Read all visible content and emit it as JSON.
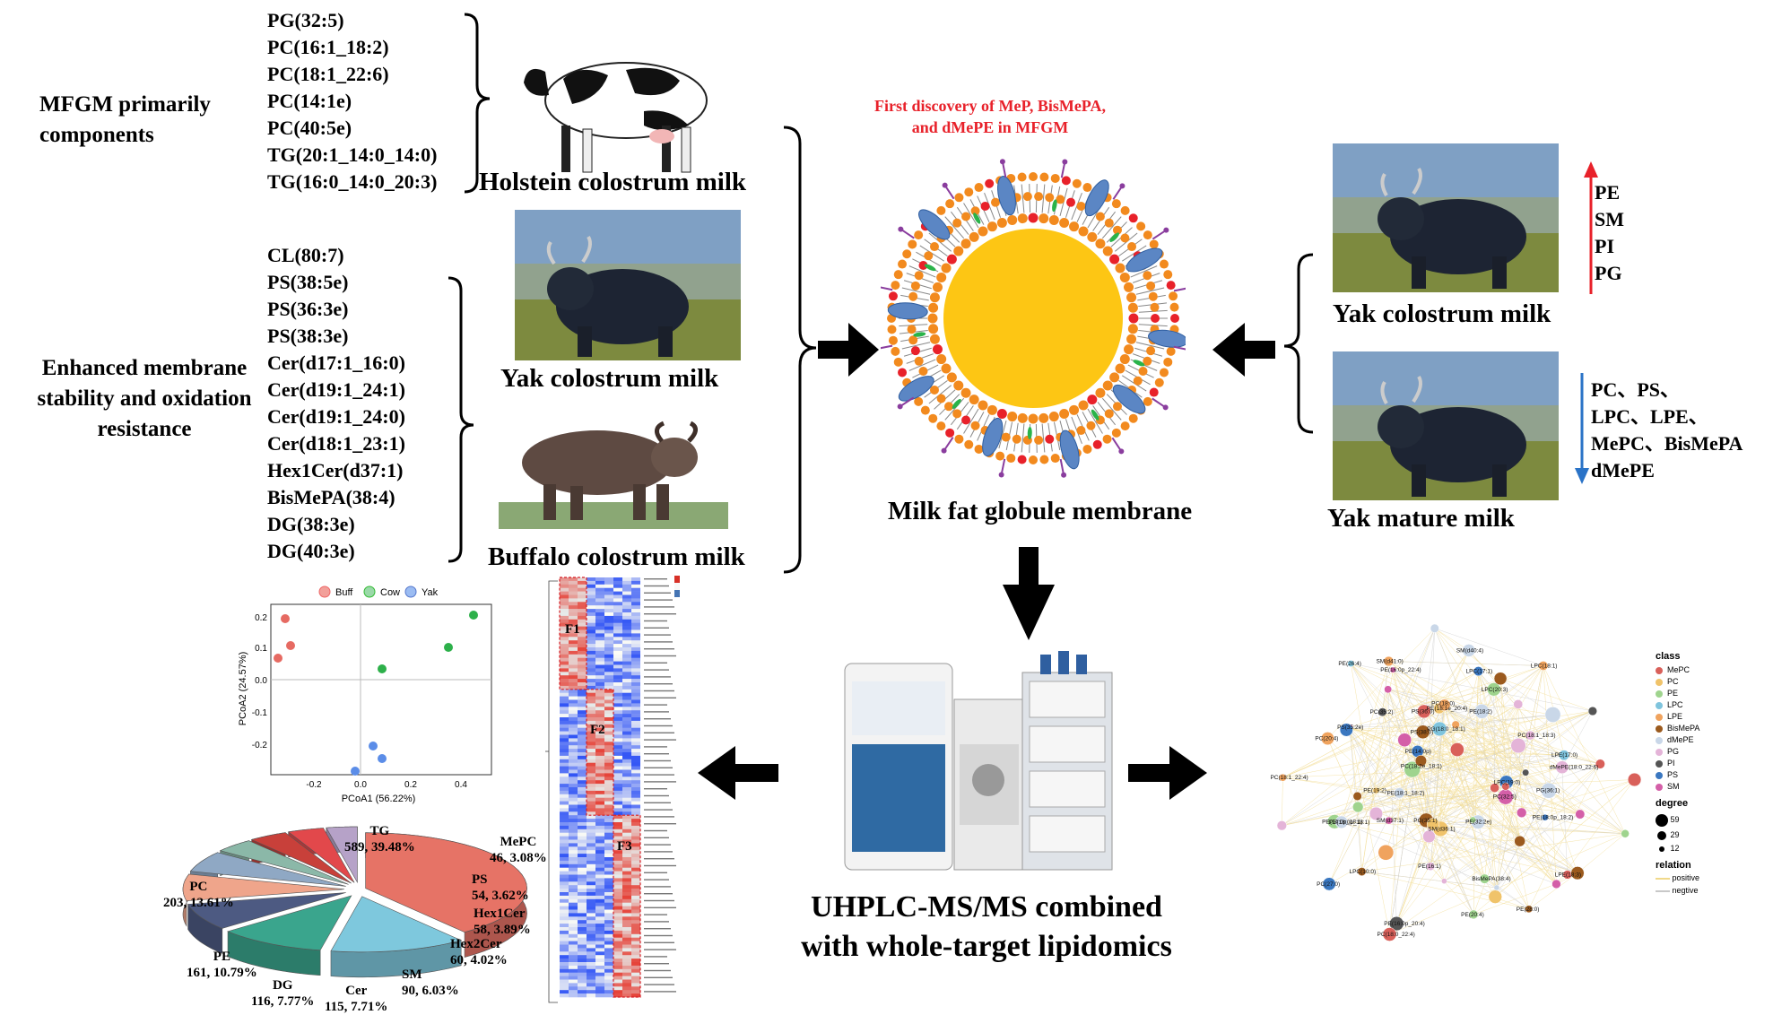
{
  "left_top": {
    "heading": [
      "MFGM primarily",
      "components"
    ],
    "lipids": [
      "PG(32:5)",
      "PC(16:1_18:2)",
      "PC(18:1_22:6)",
      "PC(14:1e)",
      "PC(40:5e)",
      "TG(20:1_14:0_14:0)",
      "TG(16:0_14:0_20:3)"
    ]
  },
  "left_mid": {
    "heading": [
      "Enhanced membrane",
      "stability and oxidation",
      "resistance"
    ],
    "lipids": [
      "CL(80:7)",
      "PS(38:5e)",
      "PS(36:3e)",
      "PS(38:3e)",
      "Cer(d17:1_16:0)",
      "Cer(d19:1_24:1)",
      "Cer(d19:1_24:0)",
      "Cer(d18:1_23:1)",
      "Hex1Cer(d37:1)",
      "BisMePA(38:4)",
      "DG(38:3e)",
      "DG(40:3e)"
    ]
  },
  "animals": {
    "holstein": "Holstein colostrum milk",
    "yak": "Yak colostrum milk",
    "buffalo": "Buffalo colostrum milk"
  },
  "center": {
    "discovery": [
      "First discovery of MeP, BisMePA,",
      "and dMePE in MFGM"
    ],
    "mfgm_label": "Milk fat globule membrane",
    "method": [
      "UHPLC-MS/MS combined",
      "with whole-target lipidomics"
    ]
  },
  "right": {
    "yak_colostrum": "Yak colostrum milk",
    "yak_mature": "Yak mature milk",
    "up_lipids": [
      "PE",
      "SM",
      "PI",
      "PG"
    ],
    "down_lipids": [
      "PC、PS、",
      "LPC、LPE、",
      "MePC、BisMePA",
      "dMePE"
    ]
  },
  "pcoa": {
    "legend": [
      "Buff",
      "Cow",
      "Yak"
    ],
    "xlabel": "PCoA1 (56.22%)",
    "ylabel": "PCoA2 (24.57%)",
    "xticks": [
      "-0.2",
      "0.0",
      "0.2",
      "0.4"
    ],
    "yticks": [
      "0.2",
      "0.1",
      "0.0",
      "-0.1",
      "-0.2"
    ]
  },
  "pie": {
    "slices": [
      {
        "label": "TG",
        "value": "589, 39.48%"
      },
      {
        "label": "PC",
        "value": "203, 13.61%"
      },
      {
        "label": "PE",
        "value": "161, 10.79%"
      },
      {
        "label": "DG",
        "value": "116, 7.77%"
      },
      {
        "label": "Cer",
        "value": "115, 7.71%"
      },
      {
        "label": "SM",
        "value": "90, 6.03%"
      },
      {
        "label": "Hex2Cer",
        "value": "60, 4.02%"
      },
      {
        "label": "Hex1Cer",
        "value": "58, 3.89%"
      },
      {
        "label": "PS",
        "value": "54, 3.62%"
      },
      {
        "label": "MePC",
        "value": "46, 3.08%"
      }
    ],
    "colors": [
      "#e67366",
      "#7ec8dd",
      "#3aa58d",
      "#4d5a82",
      "#efa58b",
      "#8fa8c4",
      "#8bb8a8",
      "#c8403a",
      "#e2484b",
      "#b6a2c8"
    ]
  },
  "heatmap": {
    "clusters": [
      "F1",
      "F2",
      "F3"
    ]
  },
  "network": {
    "legend_title_class": "class",
    "classes": [
      "MePC",
      "PC",
      "PE",
      "LPC",
      "LPE",
      "BisMePA",
      "dMePE",
      "PG",
      "PI",
      "PS",
      "SM"
    ],
    "class_colors": [
      "#d9605a",
      "#f0c36a",
      "#9fd48e",
      "#7fc4dd",
      "#f0a35e",
      "#9b5a1e",
      "#c9d7e8",
      "#e4b4d8",
      "#555555",
      "#3a77c0",
      "#d45fa8"
    ],
    "legend_title_degree": "degree",
    "degrees": [
      "59",
      "29",
      "12"
    ],
    "legend_title_relation": "relation",
    "relations": [
      "positive",
      "negtive"
    ],
    "node_labels": [
      "PE(26:4)",
      "PE(20:4)",
      "PE(18:2)",
      "LPE(17:0)",
      "PE(14:0p_18:1)",
      "LPE(18:3)",
      "PE(18:0p_18:1)",
      "PC(18:0)",
      "PE(18:0p_18:2)",
      "LPC(17:1)",
      "SM(d40:4)",
      "PE(16:0p_20:4)",
      "PC(35:2)",
      "BisMePA(38:4)",
      "PC(18:1_22:4)",
      "PE(16:0p_22:4)",
      "PG(18:0_18:1)",
      "PG(35:1)",
      "PC(18:2e_18:1)",
      "dMePE(18:0_22:6)",
      "PE(18:1_18:2)",
      "LPC(19:0)",
      "PE(14:0p)",
      "PC(20:4)",
      "PS(35:2e)",
      "LPC(10:0)",
      "PE(16:1)",
      "PC(32:5)",
      "LPC(18:1)",
      "PC(18:0_22:4)",
      "PG(36:1)",
      "PE(18:1e_20:4)",
      "SM(d36:1)",
      "PE(32:2e)",
      "SM(d41:0)",
      "PC(18:1_18:3)",
      "PE(28:0)",
      "PC(27:0)",
      "LPC(20:3)",
      "PS(36:0)",
      "PE(19:2)",
      "PS(38:0)",
      "SM(d37:1)"
    ]
  }
}
